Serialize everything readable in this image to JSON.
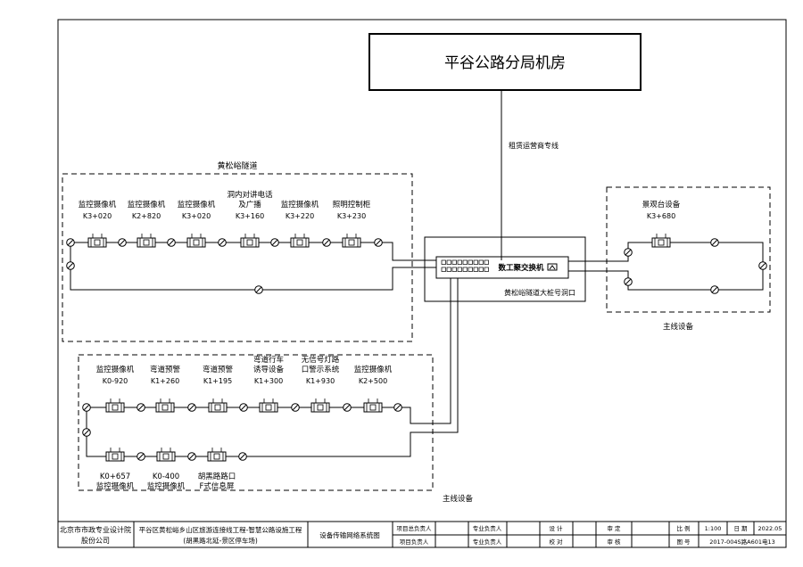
{
  "center": {
    "title": "平谷公路分局机房",
    "leased_line": "租赁运营商专线",
    "switch_label": "数工聚交换机",
    "switch_location": "黄松峪隧道大桩号洞口"
  },
  "tunnel_group": {
    "title": "黄松峪隧道",
    "devices": [
      {
        "name": [
          "监控摄像机"
        ],
        "station": "K3+020"
      },
      {
        "name": [
          "监控摄像机"
        ],
        "station": "K2+820"
      },
      {
        "name": [
          "监控摄像机"
        ],
        "station": "K3+020"
      },
      {
        "name": [
          "洞内对讲电话",
          "及广播"
        ],
        "station": "K3+160"
      },
      {
        "name": [
          "监控摄像机"
        ],
        "station": "K3+220"
      },
      {
        "name": [
          "照明控制柜"
        ],
        "station": "K3+230"
      }
    ]
  },
  "viewpoint_group": {
    "devices": [
      {
        "name": [
          "景观台设备"
        ],
        "station": "K3+680"
      }
    ],
    "footer": "主线设备"
  },
  "mainline_group": {
    "top_devices": [
      {
        "name": [
          "监控摄像机"
        ],
        "station": "K0-920"
      },
      {
        "name": [
          "弯道预警"
        ],
        "station": "K1+260"
      },
      {
        "name": [
          "弯道预警"
        ],
        "station": "K1+195"
      },
      {
        "name": [
          "弯道行车",
          "诱导设备"
        ],
        "station": "K1+300"
      },
      {
        "name": [
          "无信号灯路",
          "口警示系统"
        ],
        "station": "K1+930"
      },
      {
        "name": [
          "监控摄像机"
        ],
        "station": "K2+500"
      }
    ],
    "bottom_devices": [
      {
        "name": [
          "K0+657",
          "监控摄像机"
        ]
      },
      {
        "name": [
          "K0-400",
          "监控摄像机"
        ]
      },
      {
        "name": [
          "胡黑路路口",
          "F式信息屏"
        ]
      }
    ],
    "footer": "主线设备"
  },
  "title_block": {
    "company": [
      "北京市市政专业设计院",
      "股份公司"
    ],
    "project": [
      "平谷区黄松峪乡山区旅游连接线工程-智慧公路设施工程",
      "(胡黑路北延-景区停车场)"
    ],
    "drawing_name": "设备传输网络系统图",
    "roles": [
      "项目总负责人",
      "项目负责人",
      "专业负责人",
      "专业负责人",
      "设 计",
      "校 对",
      "审 定",
      "审 核"
    ],
    "scale_label": "比 例",
    "scale": "1:100",
    "date_label": "日 期",
    "date": "2022.05",
    "drawing_no_label": "图 号",
    "drawing_no": "2017-004S路A601电13"
  }
}
